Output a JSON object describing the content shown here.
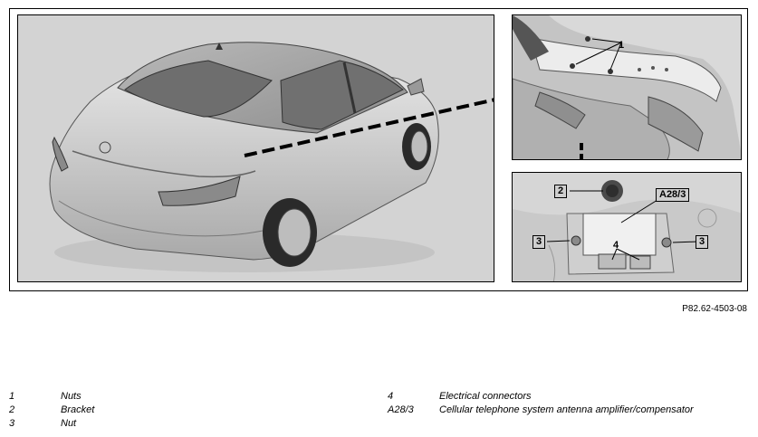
{
  "figure": {
    "reference": "P82.62-4503-08",
    "callouts": {
      "nuts": "1",
      "bracket": "2",
      "nut_left": "3",
      "nut_right": "3",
      "connectors": "4",
      "amplifier": "A28/3"
    }
  },
  "legend": {
    "left": [
      {
        "num": "1",
        "text": "Nuts"
      },
      {
        "num": "2",
        "text": "Bracket"
      },
      {
        "num": "3",
        "text": "Nut"
      }
    ],
    "right": [
      {
        "num": "4",
        "text": "Electrical connectors"
      },
      {
        "num": "A28/3",
        "text": "Cellular telephone system antenna amplifier/compensator"
      }
    ]
  }
}
